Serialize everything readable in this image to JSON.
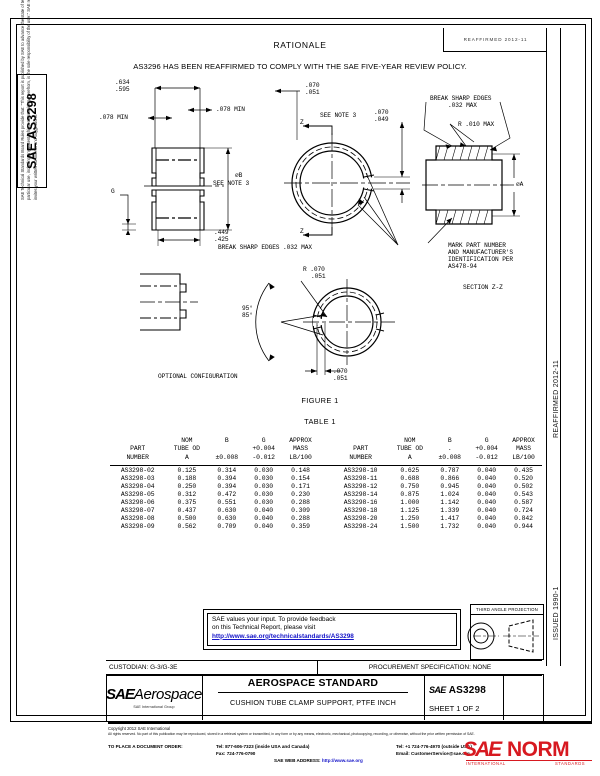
{
  "document": {
    "standard_number": "AS3298",
    "tab_label": "SAE AS3298",
    "stamp_text": "REAFFIRMED 2012-11",
    "reaffirmed_margin": "REAFFIRMED 2012-11",
    "issued_margin": "ISSUED 1990-1",
    "disclaimer": "SAE Technical Standards Board Rules provide that: \"This report is published by SAE to advance the state of technical and engineering sciences. The use of this report is entirely voluntary, and its applicability and suitability for any particular use, including any patent infringement arising therefrom, is the sole responsibility of the user.\" SAE reviews each technical report at least every five years at which time it may be reaffirmed, revised, or cancelled. SAE invites your written comments and suggestions."
  },
  "rationale": {
    "heading": "RATIONALE",
    "body": "AS3296 HAS BEEN REAFFIRMED TO COMPLY WITH THE SAE FIVE-YEAR REVIEW POLICY."
  },
  "drawings": {
    "front_view": {
      "dim_top_max": ".634",
      "dim_top_min": ".595",
      "dim_left_min": ".078 MIN",
      "dim_right_min": ".078 MIN",
      "dim_bottom_max": ".449",
      "dim_bottom_min": ".425",
      "dia_b_label": "⌀B",
      "see_note": "SEE NOTE 3",
      "g_label": "G"
    },
    "section_view": {
      "dim_gap_max": ".070",
      "dim_gap_min": ".051",
      "see_note": "SEE NOTE 3",
      "dim_wall_max": ".070",
      "dim_wall_min": ".049",
      "break_edges": "BREAK SHARP EDGES .032 MAX",
      "mark_z_top": "Z",
      "mark_z_bottom": "Z"
    },
    "section_zz": {
      "break_edges_line1": "BREAK SHARP EDGES",
      "break_edges_line2": ".032 MAX",
      "radius": "R .010 MAX",
      "dia_a_label": "⌀A",
      "mark_note_line1": "MARK PART NUMBER",
      "mark_note_line2": "AND MANUFACTURER'S",
      "mark_note_line3": "IDENTIFICATION PER",
      "mark_note_line4": "AS478-94",
      "caption": "SECTION Z-Z"
    },
    "optional_config": {
      "caption": "OPTIONAL CONFIGURATION",
      "angle_max": "95°",
      "angle_min": "85°",
      "radius_max": "R .070",
      "radius_min": ".051",
      "gap_max": ".070",
      "gap_min": ".051"
    },
    "figure_caption": "FIGURE 1",
    "table_caption": "TABLE 1"
  },
  "table": {
    "headers": {
      "part_number": [
        "PART",
        "NUMBER"
      ],
      "nom_tube_od": [
        "NOM",
        "TUBE OD",
        "A"
      ],
      "b": [
        "B",
        "±0.008"
      ],
      "g": [
        "G",
        "+0.004",
        "-0.012"
      ],
      "approx_mass": [
        "APPROX",
        "MASS",
        "LB/100"
      ]
    },
    "left_rows": [
      {
        "pn": "AS3298-02",
        "a": "0.125",
        "b": "0.314",
        "g": "0.030",
        "mass": "0.148"
      },
      {
        "pn": "AS3298-03",
        "a": "0.188",
        "b": "0.394",
        "g": "0.030",
        "mass": "0.154"
      },
      {
        "pn": "AS3298-04",
        "a": "0.250",
        "b": "0.394",
        "g": "0.030",
        "mass": "0.171"
      },
      {
        "pn": "AS3298-05",
        "a": "0.312",
        "b": "0.472",
        "g": "0.030",
        "mass": "0.230"
      },
      {
        "pn": "AS3298-06",
        "a": "0.375",
        "b": "0.551",
        "g": "0.030",
        "mass": "0.288"
      },
      {
        "pn": "AS3298-07",
        "a": "0.437",
        "b": "0.630",
        "g": "0.040",
        "mass": "0.309"
      },
      {
        "pn": "AS3298-08",
        "a": "0.500",
        "b": "0.630",
        "g": "0.040",
        "mass": "0.288"
      },
      {
        "pn": "AS3298-09",
        "a": "0.562",
        "b": "0.709",
        "g": "0.040",
        "mass": "0.359"
      }
    ],
    "right_rows": [
      {
        "pn": "AS3298-10",
        "a": "0.625",
        "b": "0.787",
        "g": "0.040",
        "mass": "0.435"
      },
      {
        "pn": "AS3298-11",
        "a": "0.688",
        "b": "0.866",
        "g": "0.040",
        "mass": "0.520"
      },
      {
        "pn": "AS3298-12",
        "a": "0.750",
        "b": "0.945",
        "g": "0.040",
        "mass": "0.502"
      },
      {
        "pn": "AS3298-14",
        "a": "0.875",
        "b": "1.024",
        "g": "0.040",
        "mass": "0.543"
      },
      {
        "pn": "AS3298-16",
        "a": "1.000",
        "b": "1.142",
        "g": "0.040",
        "mass": "0.587"
      },
      {
        "pn": "AS3298-18",
        "a": "1.125",
        "b": "1.339",
        "g": "0.040",
        "mass": "0.724"
      },
      {
        "pn": "AS3298-20",
        "a": "1.250",
        "b": "1.417",
        "g": "0.040",
        "mass": "0.842"
      },
      {
        "pn": "AS3298-24",
        "a": "1.500",
        "b": "1.732",
        "g": "0.040",
        "mass": "0.944"
      }
    ]
  },
  "feedback": {
    "line1": "SAE values your input. To provide feedback",
    "line2": "on this Technical Report, please visit",
    "url": "http://www.sae.org/technicalstandards/AS3298"
  },
  "projection": {
    "title": "THIRD ANGLE PROJECTION"
  },
  "title_block": {
    "custodian": "CUSTODIAN: G-3/G-3E",
    "procurement_spec": "PROCUREMENT SPECIFICATION: NONE",
    "logo_sae": "SAE",
    "logo_aerospace": "Aerospace",
    "logo_sub": "SAE International Group",
    "title": "AEROSPACE STANDARD",
    "subtitle": "CUSHION  TUBE CLAMP SUPPORT, PTFE  INCH",
    "doc_sae": "SAE",
    "doc_number": "AS3298",
    "sheet": "SHEET 1 OF 2"
  },
  "footer": {
    "copyright": "Copyright 2012 SAE International",
    "rights": "All rights reserved. No part of this publication may be reproduced, stored in a retrieval system or transmitted, in any form or by any means, electronic, mechanical, photocopying, recording, or otherwise, without the prior written permission of SAE.",
    "order_label": "TO PLACE A DOCUMENT ORDER:",
    "tel_usa": "Tel: 877-606-7323 (inside USA and Canada)",
    "fax": "Fax: 724-776-0790",
    "tel_intl": "Tel: +1 724-776-4970 (outside USA)",
    "email": "Email: CustomerService@sae.org",
    "web_label": "SAE WEB ADDRESS:",
    "web_url": "http://www.sae.org"
  },
  "watermark": {
    "sae": "SAE",
    "norm": "NORM",
    "left_tag": "INTERNATIONAL",
    "right_tag": "STANDARDS"
  },
  "colors": {
    "link": "#1414c8",
    "watermark": "#d71920",
    "ink": "#000000"
  }
}
